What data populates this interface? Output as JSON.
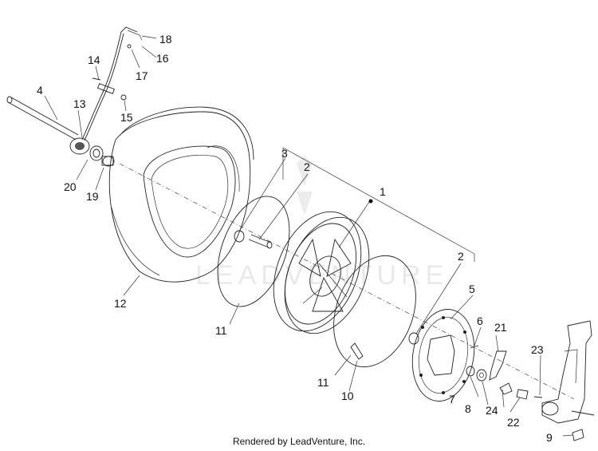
{
  "watermark": "LEADVENTURE",
  "footer_text": "Rendered by LeadVenture, Inc.",
  "callouts": [
    "1",
    "2",
    "2",
    "3",
    "4",
    "5",
    "6",
    "7",
    "8",
    "9",
    "10",
    "11",
    "11",
    "12",
    "13",
    "14",
    "15",
    "16",
    "17",
    "18",
    "19",
    "20",
    "21",
    "22",
    "23",
    "24"
  ]
}
